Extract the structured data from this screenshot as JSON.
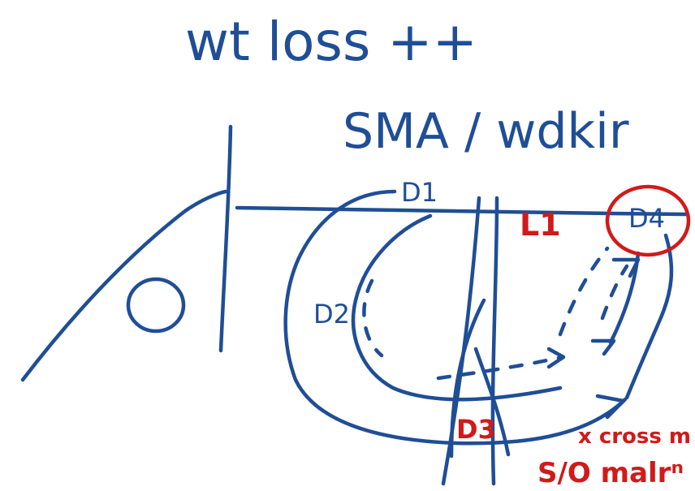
{
  "notes": {
    "title": "wt loss ++",
    "subtitle": "SMA / wdkir"
  },
  "labels": {
    "d1": "D1",
    "d2": "D2",
    "d3": "D3",
    "d4": "D4",
    "l1": "L1",
    "cross": "x cross m",
    "malrotation": "S/O malrⁿ"
  },
  "colors": {
    "ink_blue": "#1f4e96",
    "ink_red": "#d11a1a"
  }
}
